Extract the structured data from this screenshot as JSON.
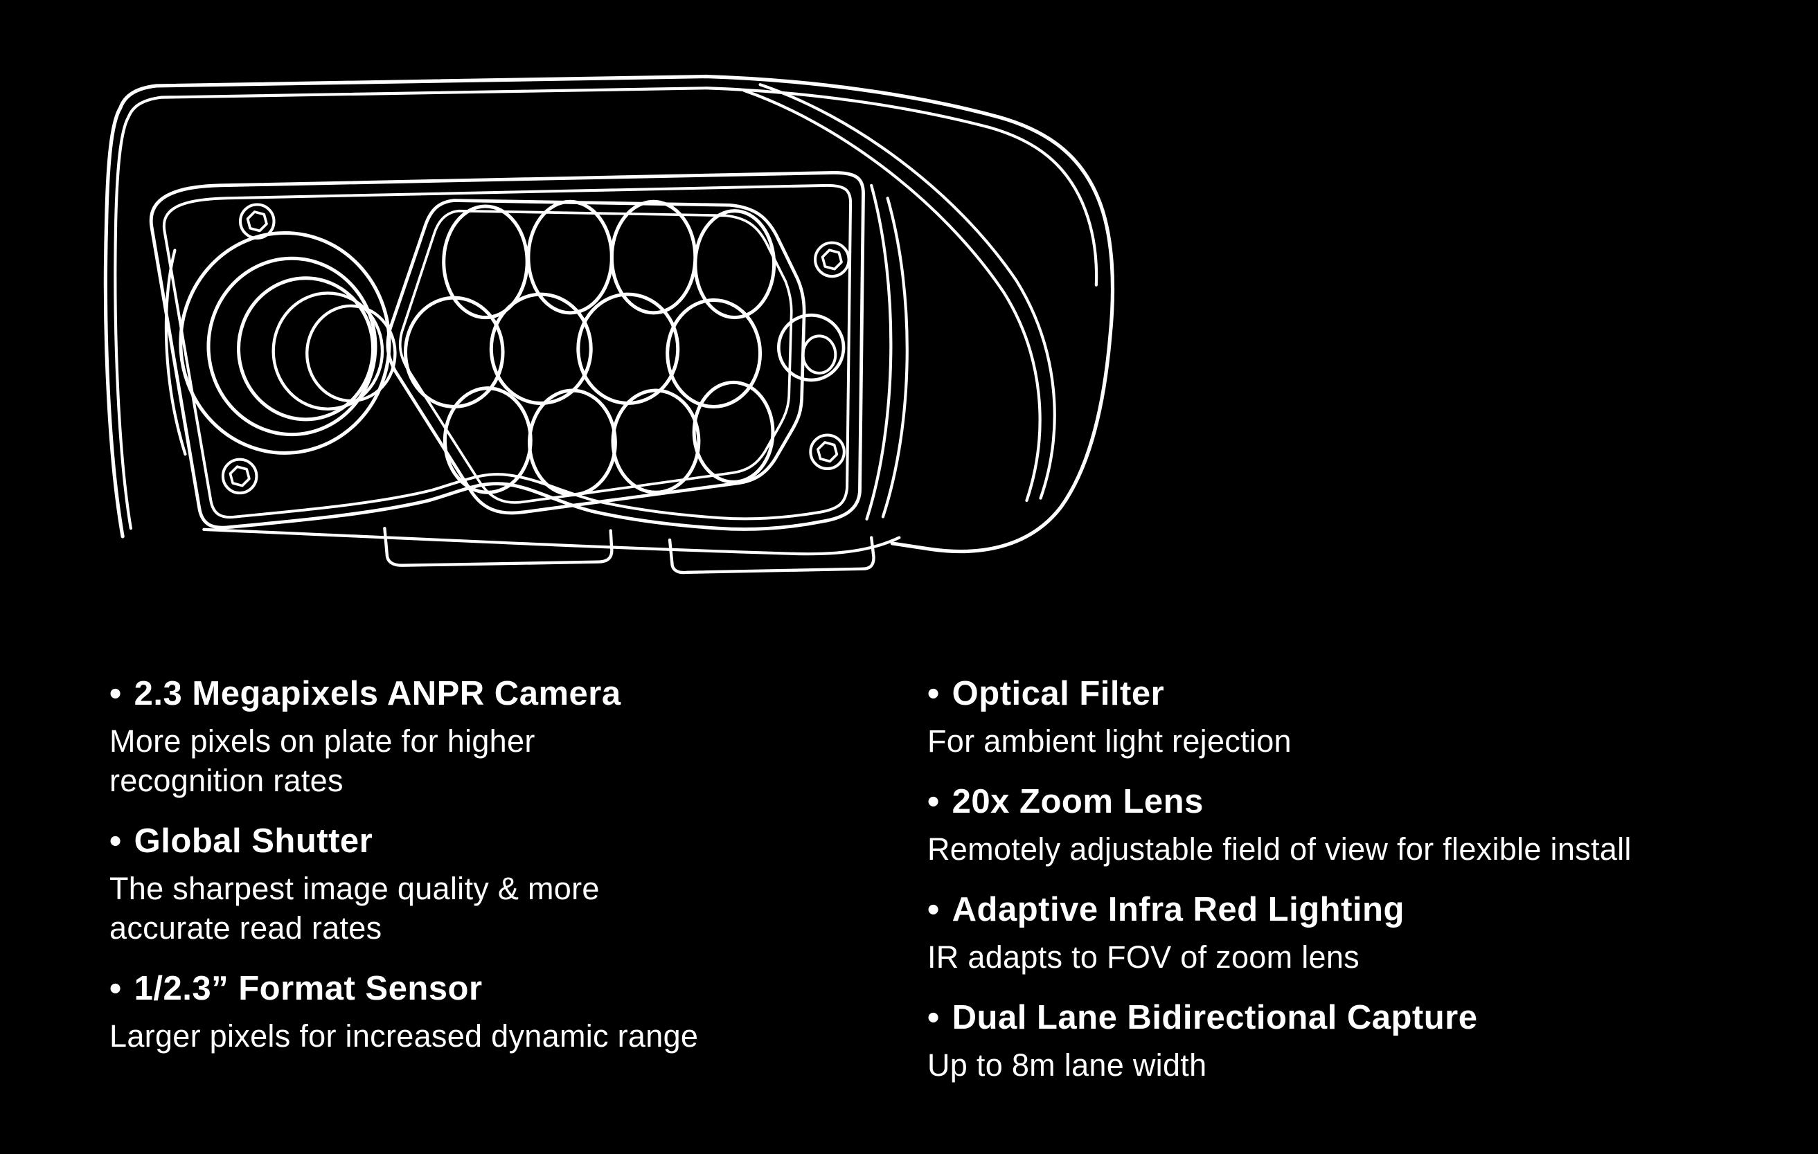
{
  "page": {
    "background_color": "#000000",
    "text_color": "#ffffff"
  },
  "illustration": {
    "name": "anpr-camera-line-drawing",
    "stroke_color": "#ffffff"
  },
  "bullet": "•",
  "features": {
    "left": [
      {
        "title": "2.3 Megapixels ANPR Camera",
        "description": "More pixels on plate for higher\nrecognition rates"
      },
      {
        "title": "Global Shutter",
        "description": "The sharpest image quality & more\naccurate read rates"
      },
      {
        "title": "1/2.3” Format Sensor",
        "description": "Larger pixels for increased dynamic range"
      }
    ],
    "right": [
      {
        "title": "Optical Filter",
        "description": "For ambient light rejection"
      },
      {
        "title": "20x Zoom Lens",
        "description": "Remotely adjustable field of view for flexible install"
      },
      {
        "title": "Adaptive Infra Red Lighting",
        "description": "IR adapts to FOV of zoom lens"
      },
      {
        "title": "Dual Lane Bidirectional Capture",
        "description": "Up to 8m lane width"
      }
    ]
  }
}
